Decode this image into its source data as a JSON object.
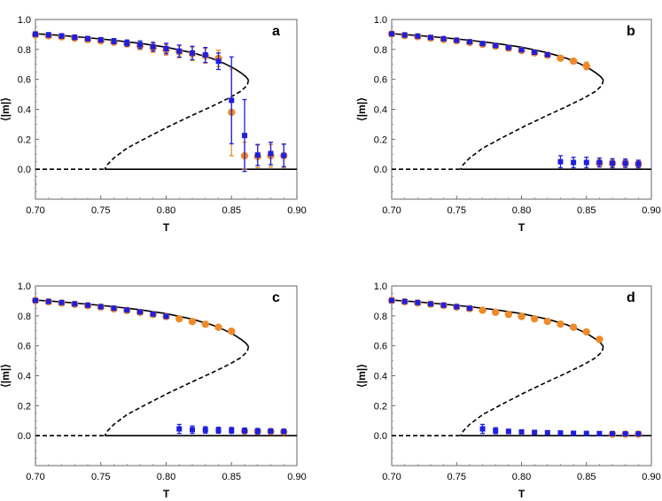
{
  "figure": {
    "panels": [
      "a",
      "b",
      "c",
      "d"
    ]
  },
  "chart_data": [
    {
      "type": "scatter",
      "panel_label": "a",
      "xlabel": "T",
      "ylabel": "⟨|m|⟩",
      "xlim": [
        0.7,
        0.9
      ],
      "ylim": [
        -0.2,
        1.0
      ],
      "xticks": [
        "0.70",
        "0.75",
        "0.80",
        "0.85",
        "0.90"
      ],
      "yticks": [
        "0.0",
        "0.2",
        "0.4",
        "0.6",
        "0.8",
        "1.0"
      ],
      "theory": {
        "stable_upper_branch_T": [
          0.7,
          0.72,
          0.74,
          0.76,
          0.78,
          0.8,
          0.82,
          0.835,
          0.845,
          0.852,
          0.857,
          0.861,
          0.863
        ],
        "stable_upper_branch_m": [
          0.905,
          0.893,
          0.878,
          0.861,
          0.841,
          0.815,
          0.778,
          0.74,
          0.704,
          0.673,
          0.645,
          0.618,
          0.595
        ],
        "unstable_branch_T": [
          0.863,
          0.862,
          0.857,
          0.848,
          0.835,
          0.82,
          0.803,
          0.785,
          0.77,
          0.76,
          0.755,
          0.753
        ],
        "unstable_branch_m": [
          0.595,
          0.56,
          0.52,
          0.475,
          0.42,
          0.36,
          0.29,
          0.21,
          0.14,
          0.075,
          0.03,
          0.0
        ],
        "zero_branch_dashed_T": [
          0.7,
          0.753
        ],
        "zero_branch_solid_T": [
          0.753,
          0.9
        ]
      },
      "series": [
        {
          "color": "#ee8a2a",
          "marker": "circle",
          "x": [
            0.7,
            0.71,
            0.72,
            0.73,
            0.74,
            0.75,
            0.76,
            0.77,
            0.78,
            0.79,
            0.8,
            0.81,
            0.82,
            0.83,
            0.84,
            0.85,
            0.86,
            0.87,
            0.88,
            0.89
          ],
          "y": [
            0.898,
            0.891,
            0.884,
            0.876,
            0.866,
            0.857,
            0.848,
            0.837,
            0.823,
            0.811,
            0.797,
            0.784,
            0.771,
            0.758,
            0.74,
            0.38,
            0.09,
            0.085,
            0.09,
            0.09
          ],
          "err": [
            0.015,
            0.015,
            0.015,
            0.015,
            0.015,
            0.015,
            0.017,
            0.02,
            0.025,
            0.03,
            0.035,
            0.04,
            0.045,
            0.05,
            0.055,
            0.29,
            0.09,
            0.075,
            0.075,
            0.08
          ]
        },
        {
          "color": "#1f1fe0",
          "marker": "square",
          "x": [
            0.7,
            0.71,
            0.72,
            0.73,
            0.74,
            0.75,
            0.76,
            0.77,
            0.78,
            0.79,
            0.8,
            0.81,
            0.82,
            0.83,
            0.84,
            0.85,
            0.86,
            0.87,
            0.88,
            0.89
          ],
          "y": [
            0.902,
            0.897,
            0.89,
            0.881,
            0.872,
            0.864,
            0.855,
            0.843,
            0.832,
            0.818,
            0.806,
            0.789,
            0.776,
            0.763,
            0.721,
            0.46,
            0.225,
            0.095,
            0.105,
            0.092
          ],
          "err": [
            0.015,
            0.015,
            0.015,
            0.015,
            0.015,
            0.015,
            0.017,
            0.02,
            0.025,
            0.03,
            0.035,
            0.04,
            0.045,
            0.05,
            0.055,
            0.29,
            0.24,
            0.07,
            0.075,
            0.075
          ]
        }
      ]
    },
    {
      "type": "scatter",
      "panel_label": "b",
      "xlabel": "T",
      "ylabel": "⟨|m|⟩",
      "xlim": [
        0.7,
        0.9
      ],
      "ylim": [
        -0.2,
        1.0
      ],
      "xticks": [
        "0.70",
        "0.75",
        "0.80",
        "0.85",
        "0.90"
      ],
      "yticks": [
        "0.0",
        "0.2",
        "0.4",
        "0.6",
        "0.8",
        "1.0"
      ],
      "theory": "same",
      "series": [
        {
          "color": "#ee8a2a",
          "marker": "circle",
          "x": [
            0.7,
            0.71,
            0.72,
            0.73,
            0.74,
            0.75,
            0.76,
            0.77,
            0.78,
            0.79,
            0.8,
            0.81,
            0.82,
            0.83,
            0.84,
            0.85,
            0.86,
            0.87,
            0.88,
            0.89
          ],
          "y": [
            0.903,
            0.893,
            0.885,
            0.876,
            0.867,
            0.858,
            0.847,
            0.834,
            0.822,
            0.808,
            0.793,
            0.777,
            0.761,
            0.741,
            0.722,
            0.69,
            0.04,
            0.04,
            0.04,
            0.035
          ],
          "err": [
            0.008,
            0.008,
            0.008,
            0.008,
            0.008,
            0.008,
            0.008,
            0.008,
            0.008,
            0.008,
            0.008,
            0.01,
            0.01,
            0.012,
            0.015,
            0.025,
            0.025,
            0.025,
            0.025,
            0.025
          ]
        },
        {
          "color": "#1f1fe0",
          "marker": "square",
          "x": [
            0.7,
            0.71,
            0.72,
            0.73,
            0.74,
            0.75,
            0.76,
            0.77,
            0.78,
            0.79,
            0.8,
            0.81,
            0.82,
            0.83,
            0.84,
            0.85,
            0.86,
            0.87,
            0.88,
            0.89
          ],
          "y": [
            0.904,
            0.896,
            0.889,
            0.88,
            0.871,
            0.861,
            0.851,
            0.839,
            0.826,
            0.812,
            0.797,
            0.781,
            0.765,
            0.05,
            0.045,
            0.045,
            0.045,
            0.04,
            0.04,
            0.035
          ],
          "err": [
            0.008,
            0.008,
            0.008,
            0.008,
            0.008,
            0.008,
            0.008,
            0.008,
            0.008,
            0.008,
            0.008,
            0.01,
            0.01,
            0.04,
            0.035,
            0.035,
            0.03,
            0.03,
            0.028,
            0.025
          ]
        }
      ]
    },
    {
      "type": "scatter",
      "panel_label": "c",
      "xlabel": "T",
      "ylabel": "⟨|m|⟩",
      "xlim": [
        0.7,
        0.9
      ],
      "ylim": [
        -0.2,
        1.0
      ],
      "xticks": [
        "0.70",
        "0.75",
        "0.80",
        "0.85",
        "0.90"
      ],
      "yticks": [
        "0.0",
        "0.2",
        "0.4",
        "0.6",
        "0.8",
        "1.0"
      ],
      "theory": "same",
      "series": [
        {
          "color": "#ee8a2a",
          "marker": "circle",
          "x": [
            0.7,
            0.71,
            0.72,
            0.73,
            0.74,
            0.75,
            0.76,
            0.77,
            0.78,
            0.79,
            0.8,
            0.81,
            0.82,
            0.83,
            0.84,
            0.85,
            0.86,
            0.87,
            0.88,
            0.89
          ],
          "y": [
            0.902,
            0.894,
            0.885,
            0.877,
            0.868,
            0.859,
            0.847,
            0.836,
            0.823,
            0.809,
            0.795,
            0.78,
            0.762,
            0.744,
            0.724,
            0.697,
            0.03,
            0.028,
            0.028,
            0.025
          ],
          "err": [
            0.006,
            0.006,
            0.006,
            0.006,
            0.006,
            0.006,
            0.006,
            0.006,
            0.006,
            0.006,
            0.006,
            0.006,
            0.006,
            0.008,
            0.01,
            0.015,
            0.015,
            0.015,
            0.015,
            0.015
          ]
        },
        {
          "color": "#1f1fe0",
          "marker": "square",
          "x": [
            0.7,
            0.71,
            0.72,
            0.73,
            0.74,
            0.75,
            0.76,
            0.77,
            0.78,
            0.79,
            0.8,
            0.81,
            0.82,
            0.83,
            0.84,
            0.85,
            0.86,
            0.87,
            0.88,
            0.89
          ],
          "y": [
            0.903,
            0.896,
            0.889,
            0.88,
            0.871,
            0.861,
            0.851,
            0.839,
            0.826,
            0.812,
            0.797,
            0.045,
            0.04,
            0.038,
            0.036,
            0.035,
            0.033,
            0.03,
            0.03,
            0.028
          ],
          "err": [
            0.006,
            0.006,
            0.006,
            0.006,
            0.006,
            0.006,
            0.006,
            0.006,
            0.006,
            0.006,
            0.006,
            0.03,
            0.025,
            0.022,
            0.02,
            0.02,
            0.018,
            0.018,
            0.015,
            0.015
          ]
        }
      ]
    },
    {
      "type": "scatter",
      "panel_label": "d",
      "xlabel": "T",
      "ylabel": "⟨|m|⟩",
      "xlim": [
        0.7,
        0.9
      ],
      "ylim": [
        -0.2,
        1.0
      ],
      "xticks": [
        "0.70",
        "0.75",
        "0.80",
        "0.85",
        "0.90"
      ],
      "yticks": [
        "0.0",
        "0.2",
        "0.4",
        "0.6",
        "0.8",
        "1.0"
      ],
      "theory": "same",
      "series": [
        {
          "color": "#ee8a2a",
          "marker": "circle",
          "x": [
            0.7,
            0.71,
            0.72,
            0.73,
            0.74,
            0.75,
            0.76,
            0.77,
            0.78,
            0.79,
            0.8,
            0.81,
            0.82,
            0.83,
            0.84,
            0.85,
            0.86,
            0.87,
            0.88,
            0.89
          ],
          "y": [
            0.902,
            0.894,
            0.886,
            0.878,
            0.869,
            0.859,
            0.848,
            0.837,
            0.824,
            0.81,
            0.796,
            0.78,
            0.763,
            0.745,
            0.724,
            0.693,
            0.643,
            0.01,
            0.01,
            0.01
          ],
          "err": [
            0.005,
            0.005,
            0.005,
            0.005,
            0.005,
            0.005,
            0.005,
            0.005,
            0.005,
            0.005,
            0.005,
            0.005,
            0.005,
            0.006,
            0.006,
            0.008,
            0.012,
            0.01,
            0.01,
            0.01
          ]
        },
        {
          "color": "#1f1fe0",
          "marker": "square",
          "x": [
            0.7,
            0.71,
            0.72,
            0.73,
            0.74,
            0.75,
            0.76,
            0.77,
            0.78,
            0.79,
            0.8,
            0.81,
            0.82,
            0.83,
            0.84,
            0.85,
            0.86,
            0.87,
            0.88,
            0.89
          ],
          "y": [
            0.903,
            0.896,
            0.889,
            0.88,
            0.871,
            0.861,
            0.851,
            0.045,
            0.033,
            0.028,
            0.025,
            0.022,
            0.02,
            0.018,
            0.016,
            0.015,
            0.014,
            0.013,
            0.012,
            0.012
          ],
          "err": [
            0.005,
            0.005,
            0.005,
            0.005,
            0.005,
            0.005,
            0.005,
            0.03,
            0.02,
            0.015,
            0.012,
            0.01,
            0.01,
            0.01,
            0.008,
            0.008,
            0.008,
            0.008,
            0.008,
            0.008
          ]
        }
      ]
    }
  ]
}
